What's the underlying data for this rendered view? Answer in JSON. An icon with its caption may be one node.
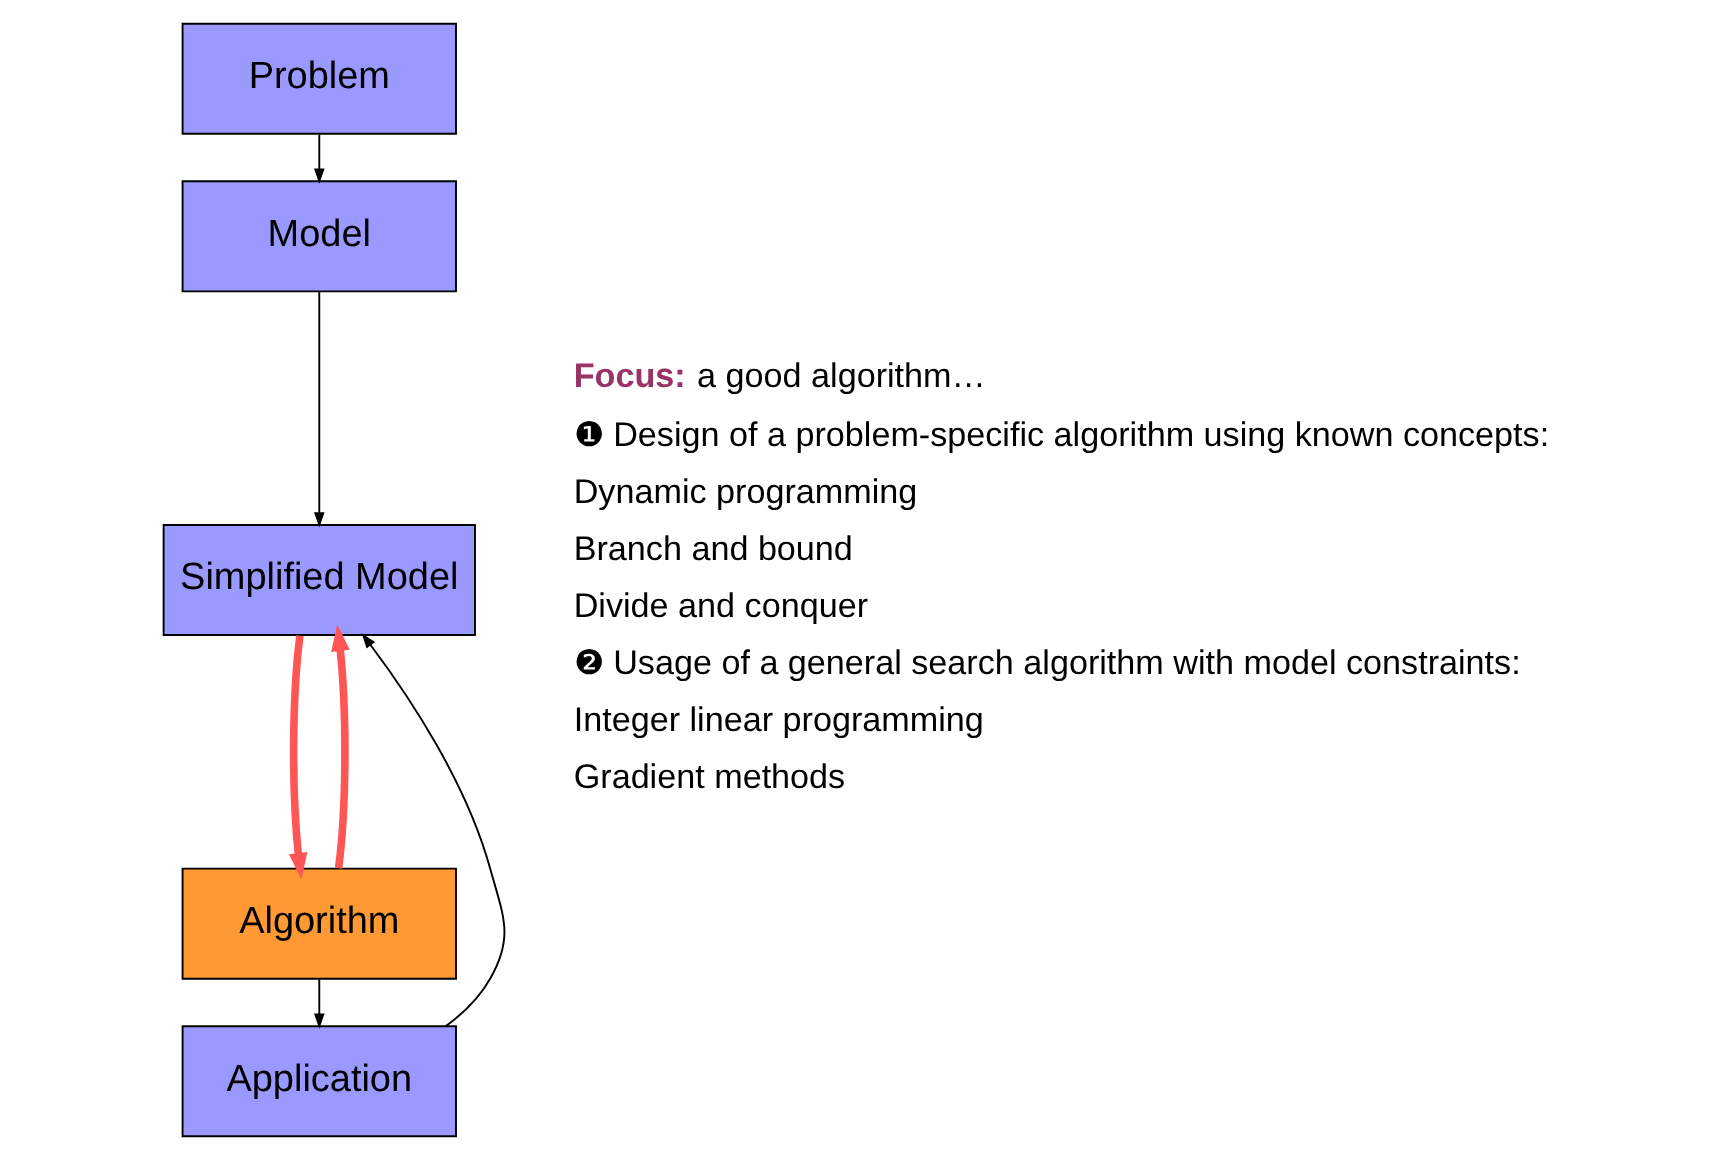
{
  "diagram": {
    "nodes": [
      {
        "text": [
          "Problem"
        ]
      },
      {
        "text": [
          "Model"
        ]
      },
      {
        "text": [
          "Simplified Model"
        ]
      },
      {
        "text": [
          "Algorithm"
        ]
      },
      {
        "text": [
          "Application"
        ]
      }
    ],
    "edges": [
      {
        "from": 0,
        "to": 1,
        "arrow": "to"
      },
      {
        "from": 1,
        "to": 2,
        "arrow": "to"
      },
      {
        "from": 2,
        "to": 3,
        "arrow": "to",
        "style": "thick",
        "color": "#ff5555"
      },
      {
        "from": 3,
        "to": 4,
        "arrow": "to"
      },
      {
        "from": 3,
        "to": 2,
        "arrow": "to",
        "style": "thick",
        "color": "#ff5555"
      },
      {
        "from": 4,
        "to": 2,
        "arrow": "to"
      }
    ],
    "labels": [
      "**Focus:** a good algorithm…",
      "❶ Design of a problem-specific algorithm using known concepts:",
      "Dynamic programming",
      "Branch and bound",
      "Divide and conquer",
      "❷ Usage of a general search algorithm with model constraints:",
      "Integer linear programming",
      "Gradient methods"
    ]
  }
}
